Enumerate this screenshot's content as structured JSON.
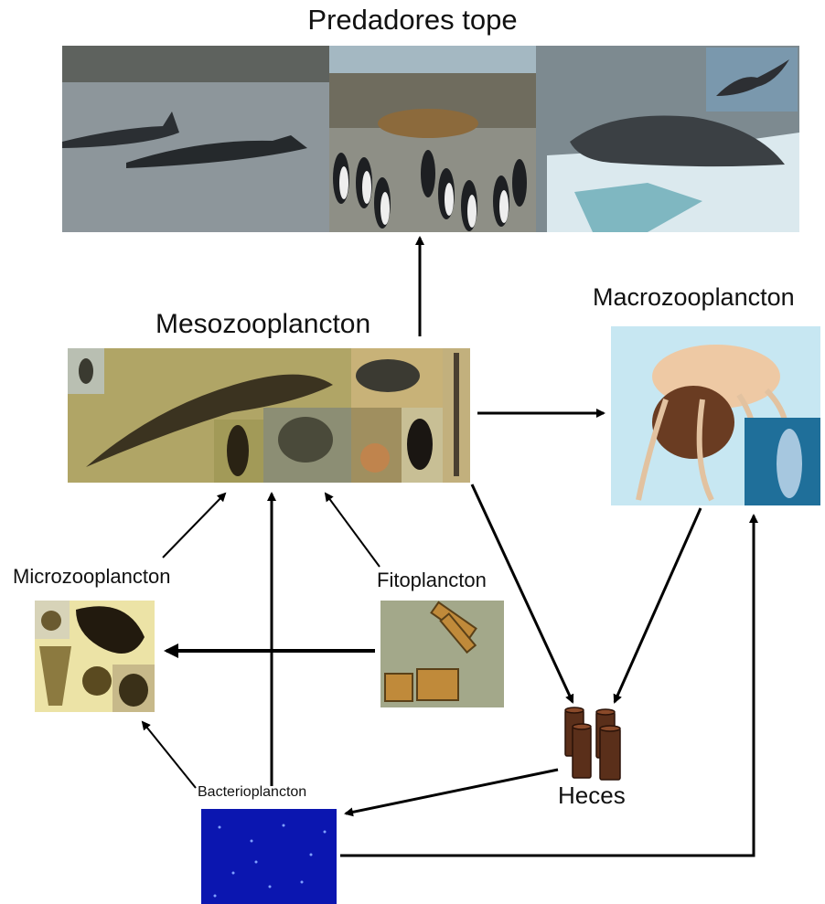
{
  "labels": {
    "top_predators": "Predadores tope",
    "mesozooplankton": "Mesozooplancton",
    "macrozooplankton": "Macrozooplancton",
    "microzooplankton": "Microzooplancton",
    "phytoplankton": "Fitoplancton",
    "bacterioplankton": "Bacterioplancton",
    "feces": "Heces"
  },
  "icons": {
    "feces": "feces-pellets-icon"
  },
  "colors": {
    "arrow": "#000000",
    "feces_pellet": "#5a2f1a",
    "bacterio_bg": "#0b16b0"
  }
}
